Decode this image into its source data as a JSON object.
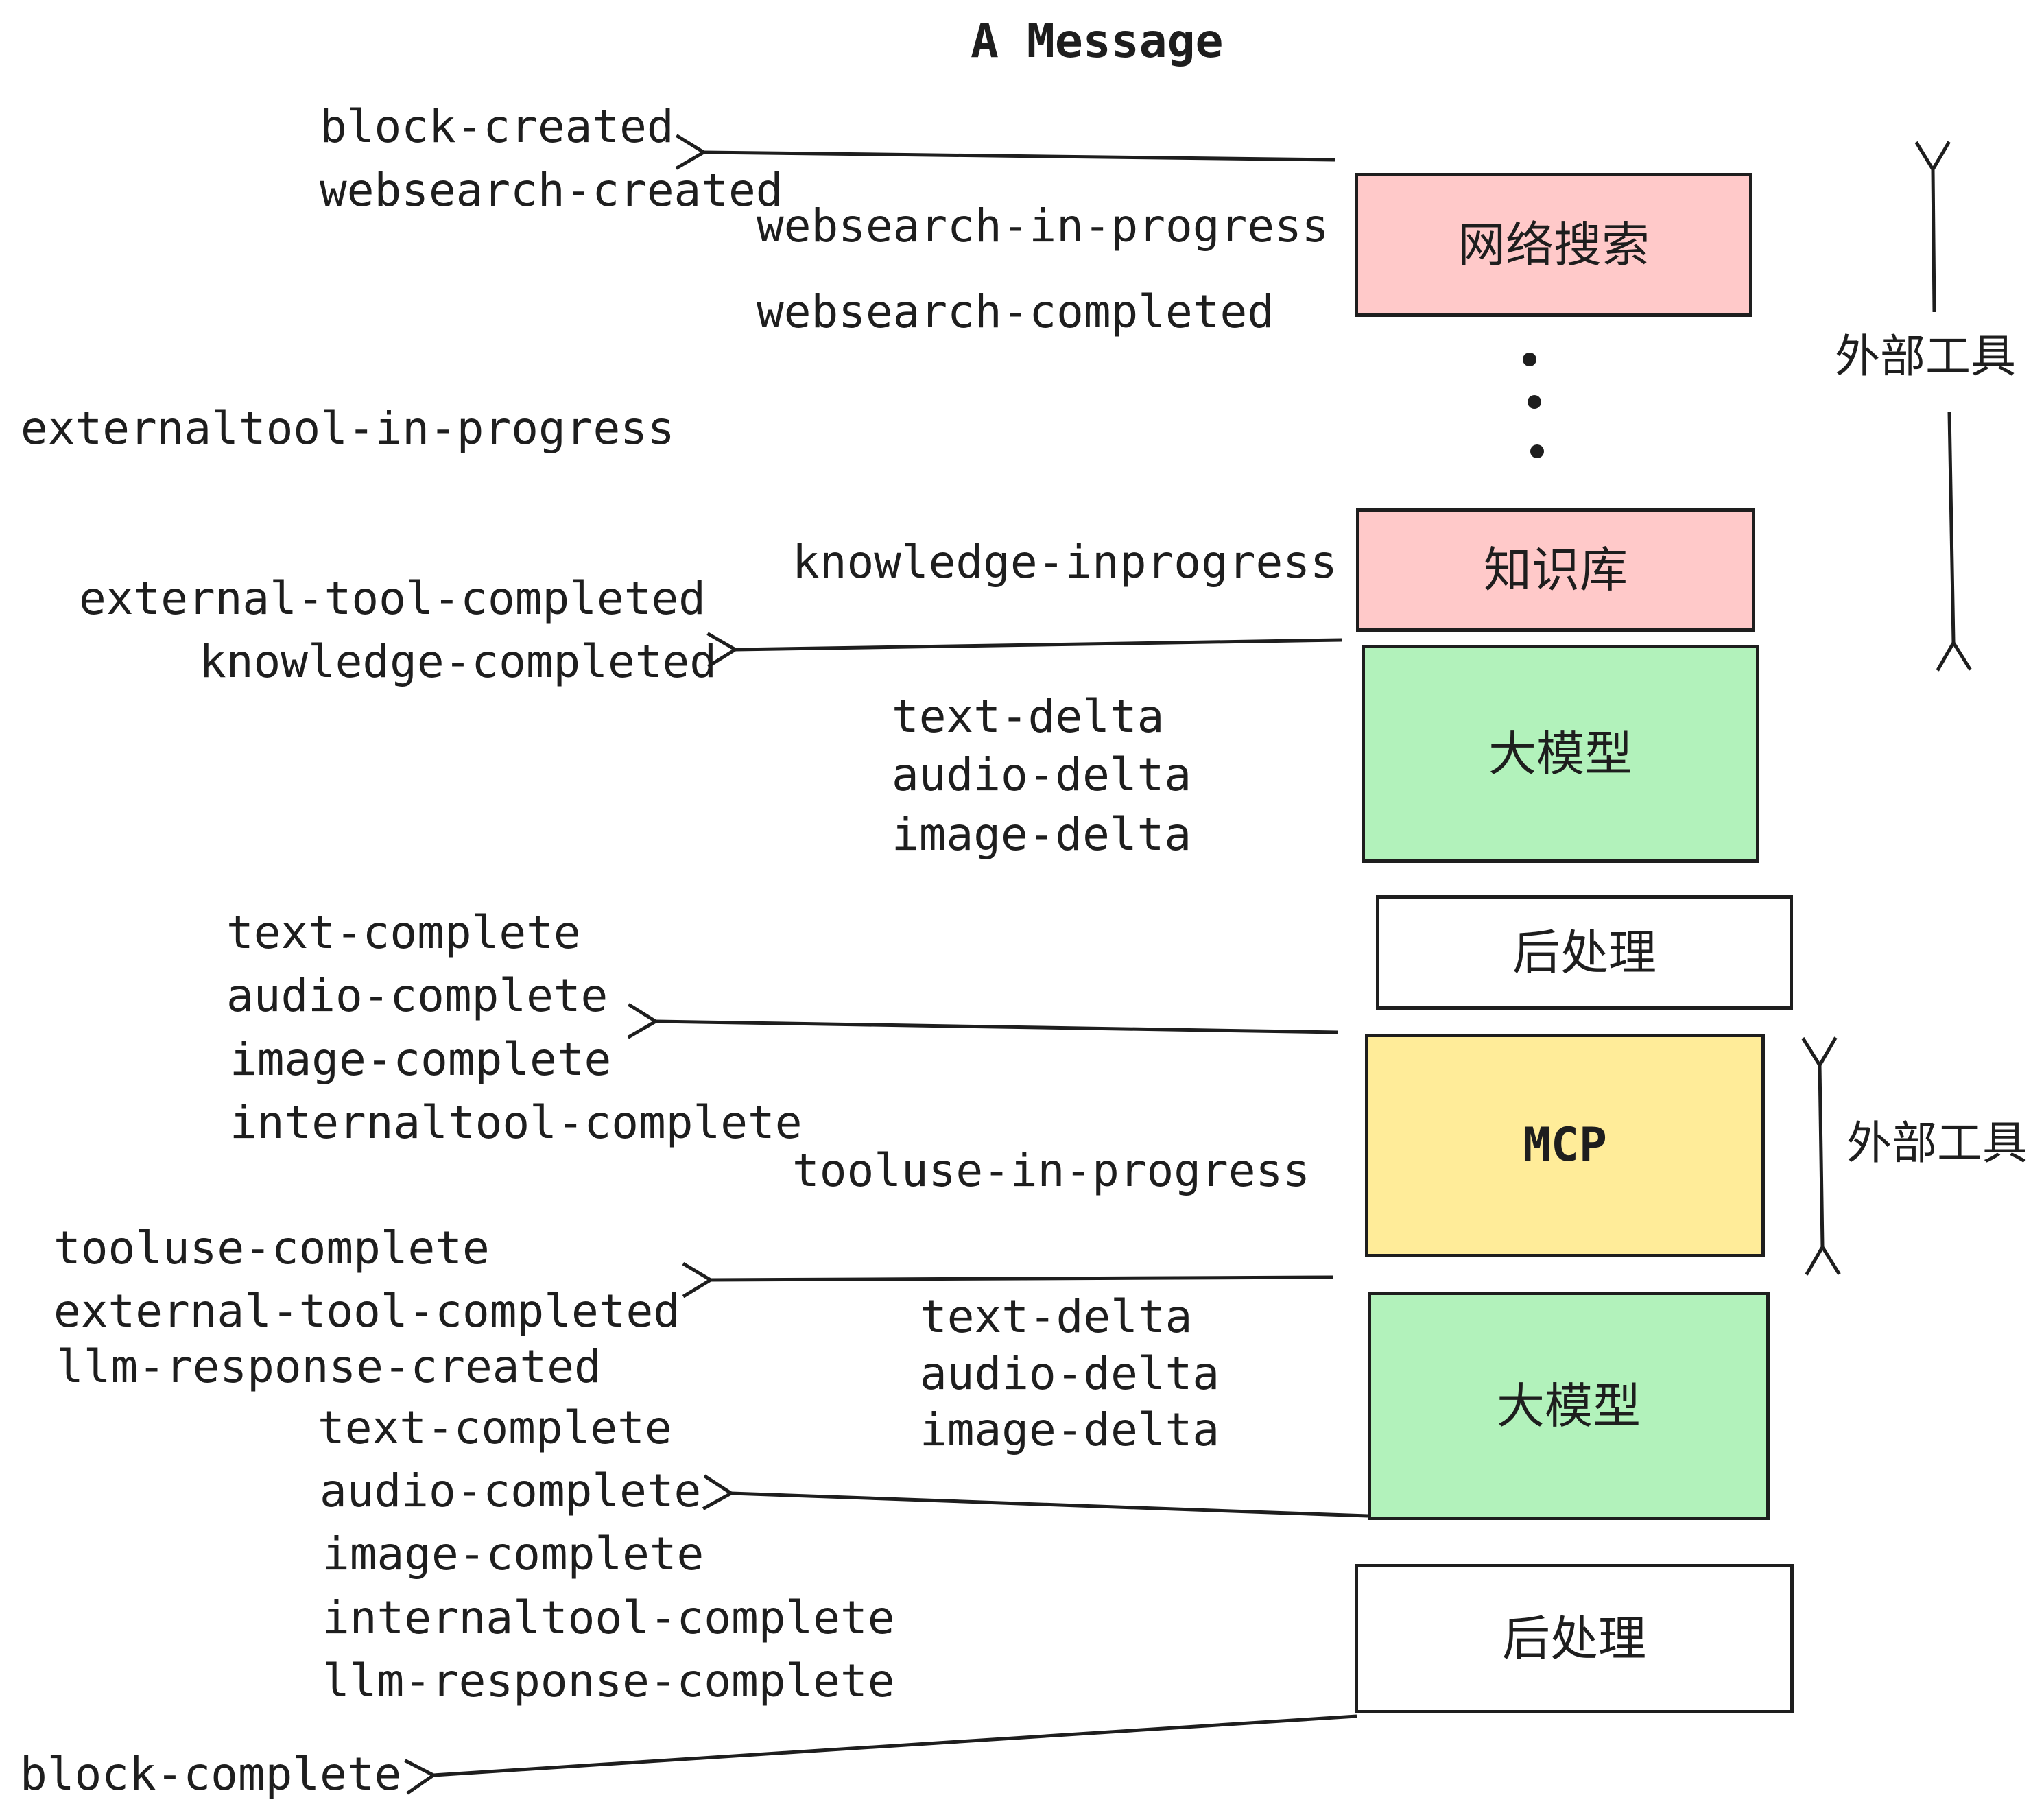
{
  "title": "A Message",
  "events": {
    "block_created": "block-created",
    "websearch_created": "websearch-created",
    "websearch_in_progress": "websearch-in-progress",
    "websearch_completed": "websearch-completed",
    "externaltool_in_progress": "externaltool-in-progress",
    "knowledge_inprogress": "knowledge-inprogress",
    "external_tool_completed_a": "external-tool-completed",
    "knowledge_completed": "knowledge-completed",
    "text_delta_a": "text-delta",
    "audio_delta_a": "audio-delta",
    "image_delta_a": "image-delta",
    "text_complete_a": "text-complete",
    "audio_complete_a": "audio-complete",
    "image_complete_a": "image-complete",
    "internaltool_complete_a": "internaltool-complete",
    "tooluse_in_progress": "tooluse-in-progress",
    "tooluse_complete": "tooluse-complete",
    "external_tool_completed_b": "external-tool-completed",
    "llm_response_created": "llm-response-created",
    "text_delta_b": "text-delta",
    "audio_delta_b": "audio-delta",
    "image_delta_b": "image-delta",
    "text_complete_b": "text-complete",
    "audio_complete_b": "audio-complete",
    "image_complete_b": "image-complete",
    "internaltool_complete_b": "internaltool-complete",
    "llm_response_complete": "llm-response-complete",
    "block_complete": "block-complete"
  },
  "boxes": {
    "websearch": "网络搜索",
    "knowledge": "知识库",
    "llm_a": "大模型",
    "post_a": "后处理",
    "mcp": "MCP",
    "llm_b": "大模型",
    "post_b": "后处理"
  },
  "side_labels": {
    "external_tools_top": "外部工具",
    "external_tools_mcp": "外部工具"
  },
  "colors": {
    "ink": "#1e1e1e",
    "box_pink": "#ffc9c9",
    "box_green": "#b2f2bb",
    "box_yellow": "#ffec99",
    "box_white": "#ffffff",
    "background": "#ffffff"
  }
}
